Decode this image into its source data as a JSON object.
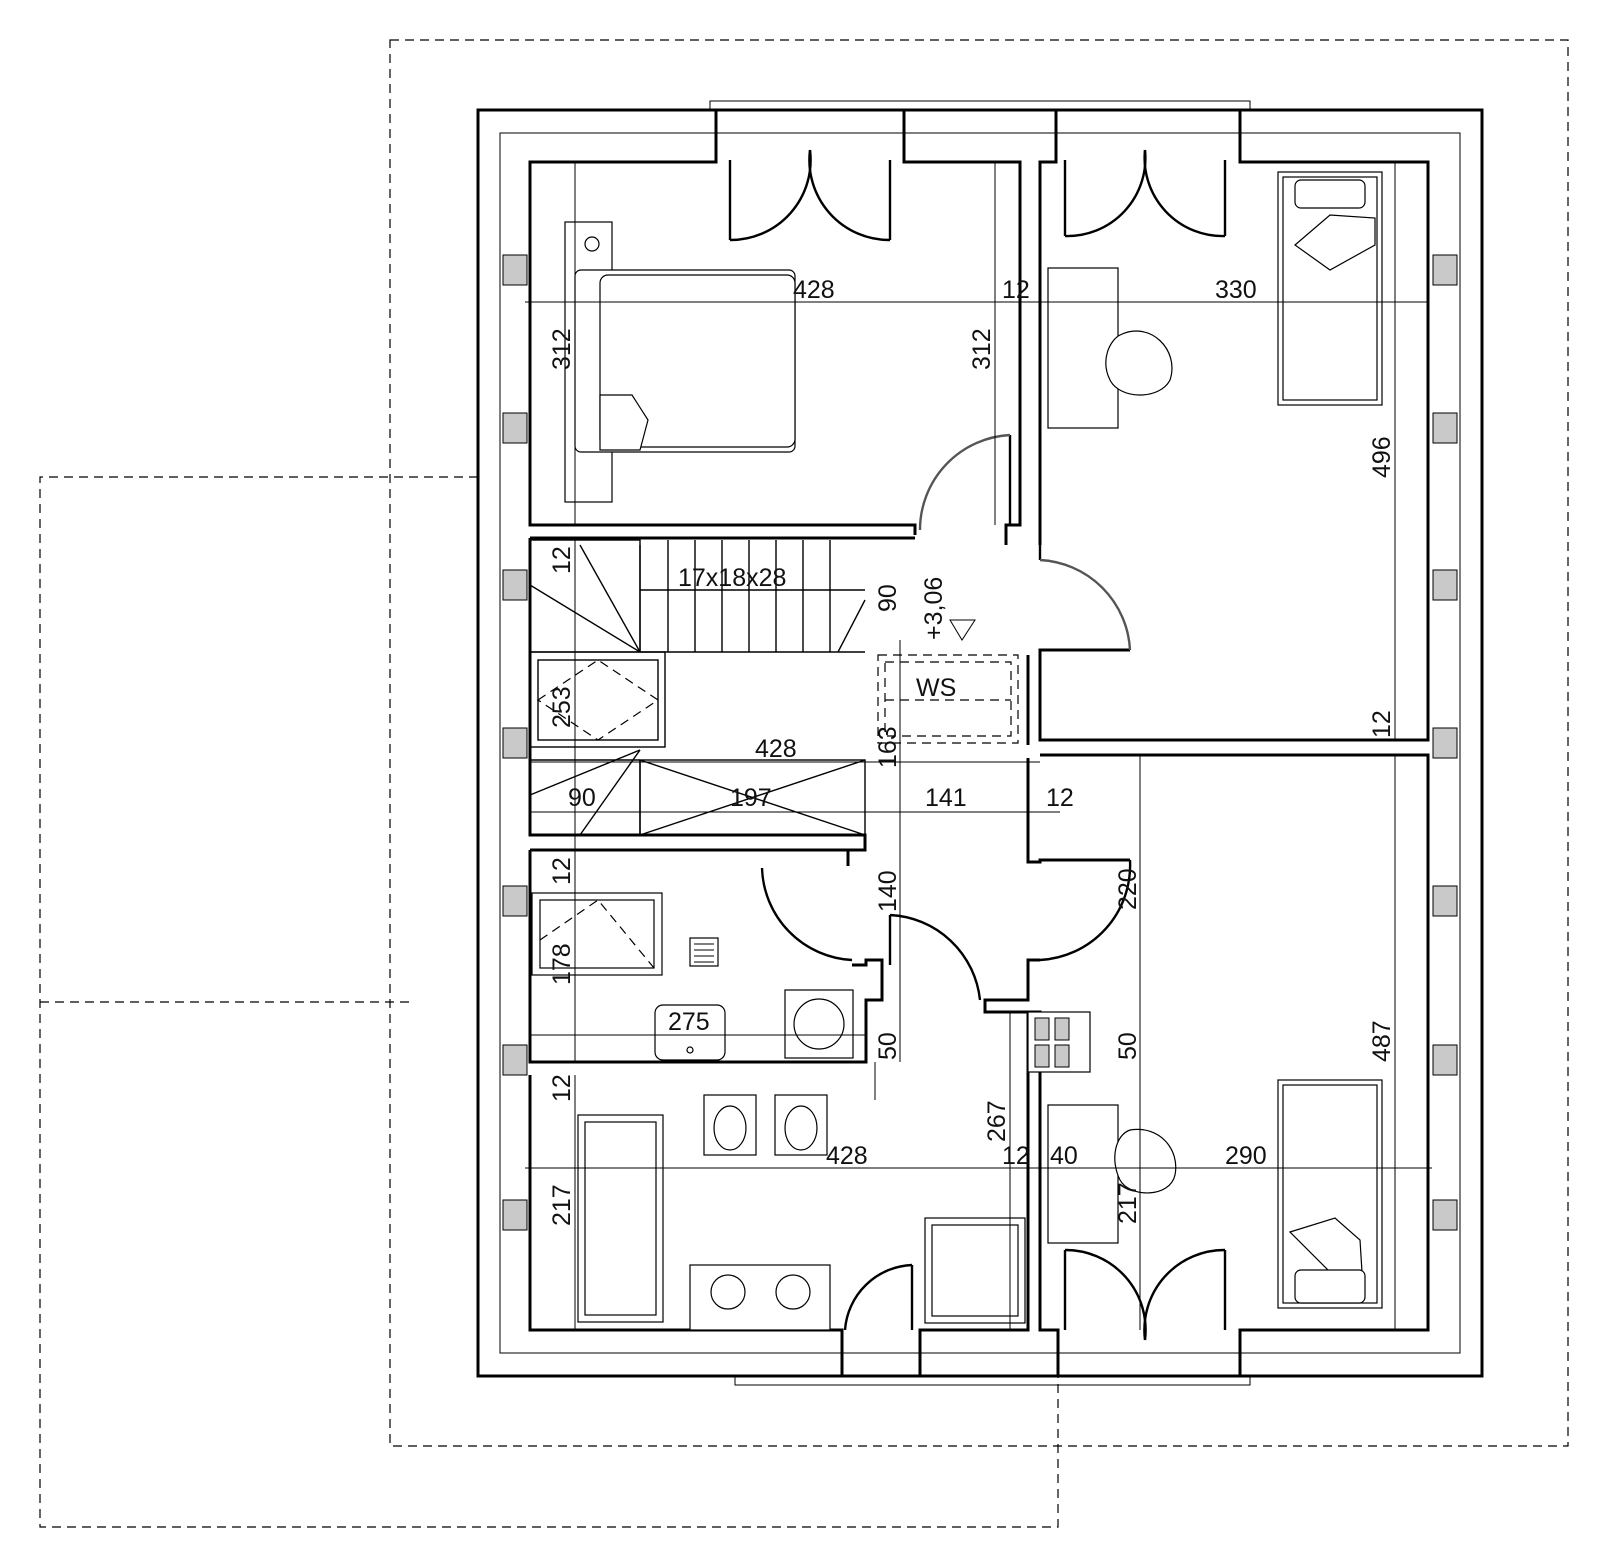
{
  "plan": {
    "stair_spec": "17x18x28",
    "level_mark": "+3,06",
    "ws_label": "WS",
    "dimensions": {
      "top_left_room_width": "428",
      "top_wall_12": "12",
      "top_right_room_width": "330",
      "top_left_room_depth_a": "312",
      "top_left_room_depth_b": "312",
      "top_right_room_depth": "496",
      "stair_12": "12",
      "stair_90": "90",
      "stair_253": "253",
      "hall_163": "163",
      "mid_428": "428",
      "mid_90": "90",
      "mid_197": "197",
      "mid_141": "141",
      "mid_12": "12",
      "right_wall_12": "12",
      "bath_12": "12",
      "bath_178": "178",
      "bath_275": "275",
      "hall_140": "140",
      "hall_50a": "50",
      "door_220": "220",
      "right_50": "50",
      "right_487": "487",
      "lower_12": "12",
      "bottom_left_217": "217",
      "bottom_428": "428",
      "bottom_267": "267",
      "bottom_12": "12",
      "bottom_40": "40",
      "bottom_290": "290",
      "bottom_right_217": "217"
    }
  }
}
